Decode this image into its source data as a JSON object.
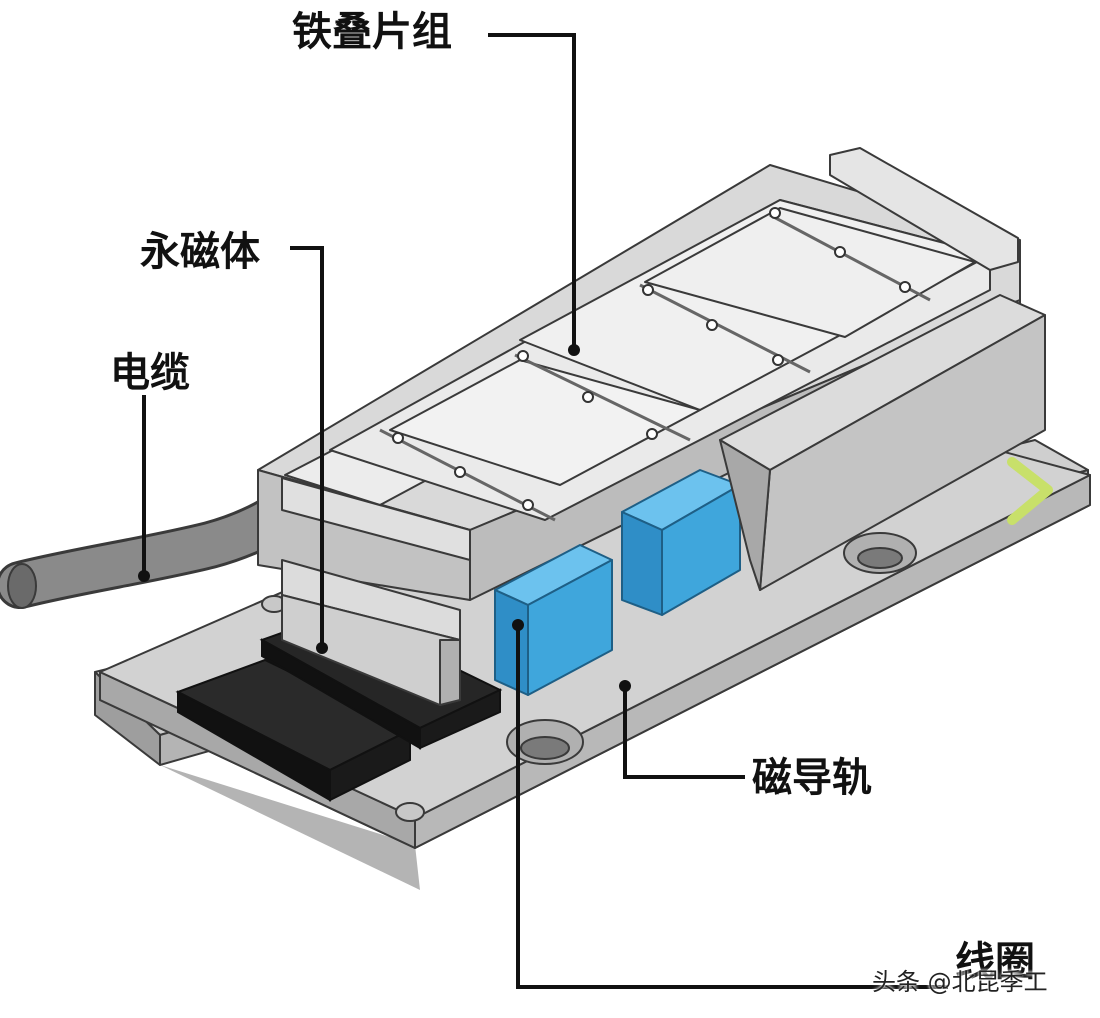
{
  "labels": {
    "iron_lamination": "铁叠片组",
    "permanent_magnet": "永磁体",
    "cable": "电缆",
    "magnetic_track": "磁导轨",
    "coil": "线圈"
  },
  "watermark": "头条 @北昆季工",
  "colors": {
    "coil_blue": "#3fa6dc",
    "magnet_black": "#1e1e1e",
    "steel_light": "#e4e4e4",
    "steel_mid": "#c8c8c8",
    "steel_dark": "#9a9a9a",
    "outline": "#3a3a3a",
    "leader": "#111111",
    "arrow_accent": "#c8e06a"
  }
}
